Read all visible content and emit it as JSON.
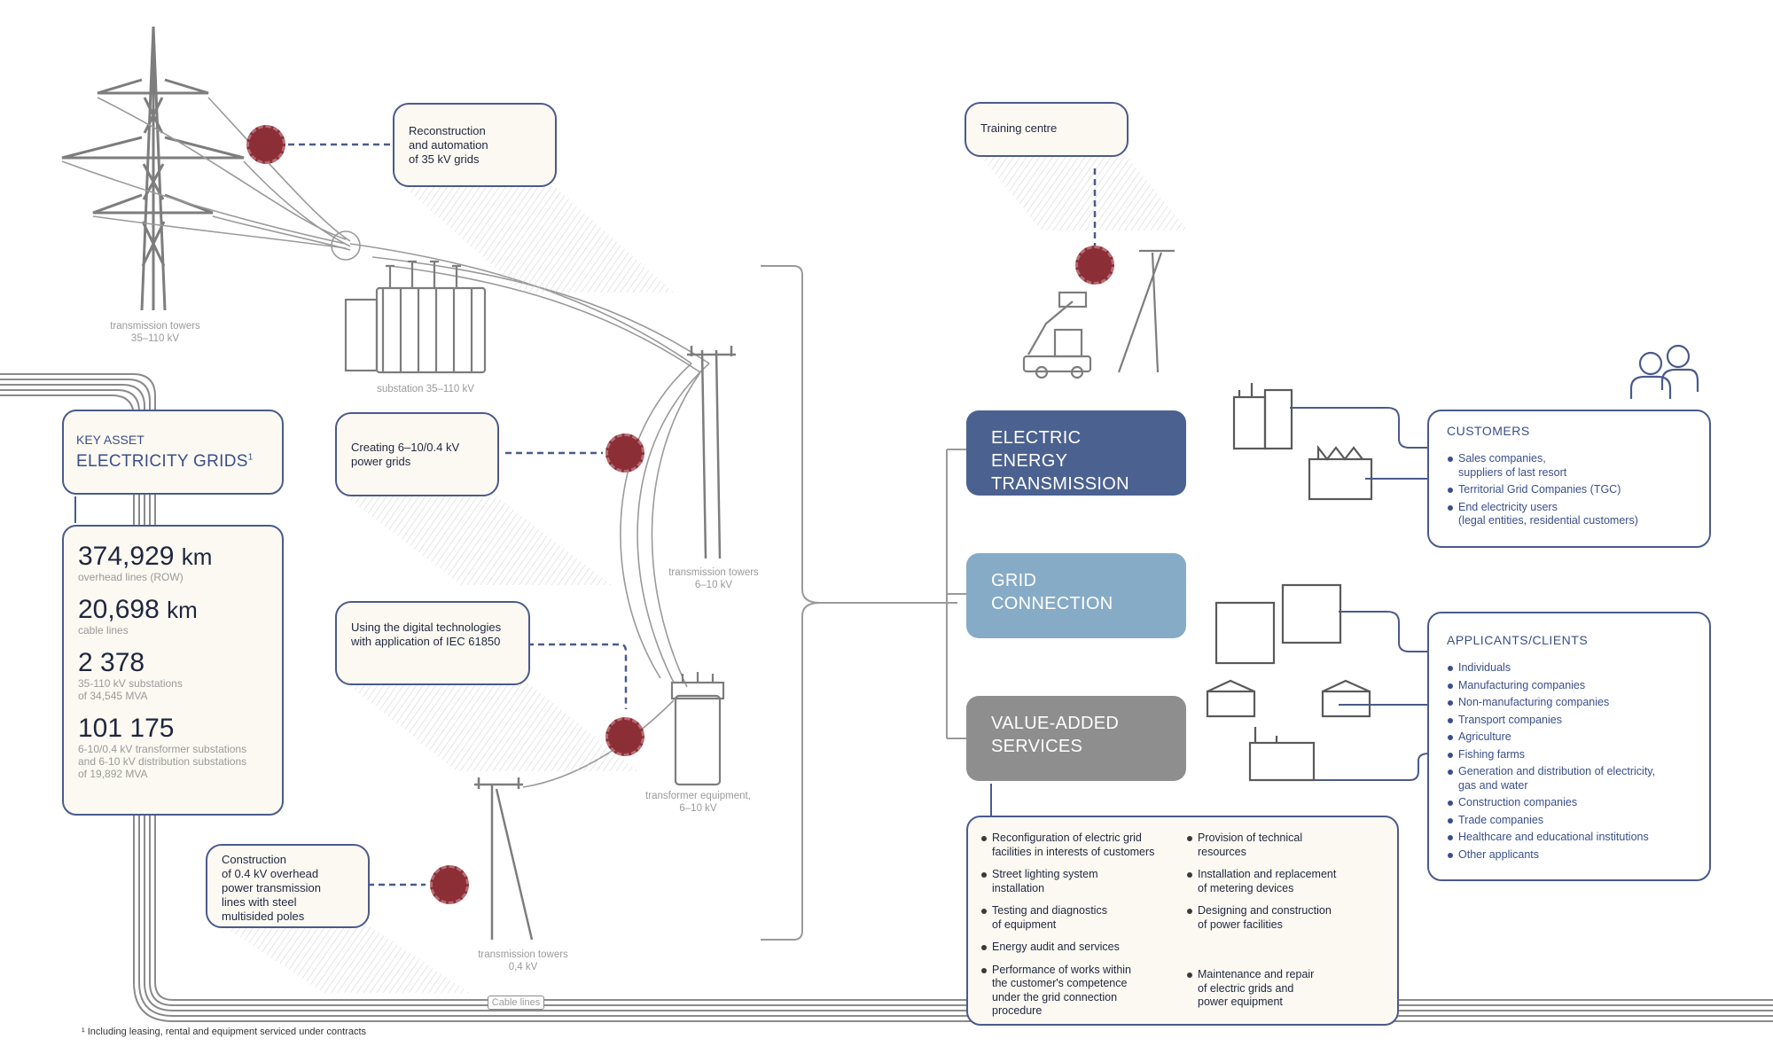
{
  "callouts": {
    "reconstruction": [
      "Reconstruction",
      "and automation",
      "of 35 kV grids"
    ],
    "creating": [
      "Creating 6–10/0.4 kV",
      "power grids"
    ],
    "digital": [
      "Using the digital technologies",
      "with application of IEC 61850"
    ],
    "construction": [
      "Construction",
      "of 0.4 kV overhead",
      "power transmission",
      "lines with steel",
      "multisided poles"
    ],
    "training": [
      "Training centre"
    ]
  },
  "labels": {
    "towers_35": [
      "transmission towers",
      "35–110 kV"
    ],
    "substation": "substation 35–110 kV",
    "towers_6": [
      "transmission towers",
      "6–10 kV"
    ],
    "transformer": [
      "transformer equipment,",
      "6–10 kV"
    ],
    "towers_04": [
      "transmission towers",
      "0,4 kV"
    ],
    "cable_lines": "Cable lines"
  },
  "key_asset": {
    "heading": "KEY ASSET",
    "title": "ELECTRICITY GRIDS",
    "footnote_mark": "1"
  },
  "stats": [
    {
      "value": "374,929",
      "unit": "km",
      "desc": [
        "overhead lines (ROW)"
      ]
    },
    {
      "value": "20,698",
      "unit": "km",
      "desc": [
        "cable lines"
      ]
    },
    {
      "value": "2 378",
      "unit": "",
      "desc": [
        "35-110 kV substations",
        "of 34,545 MVA"
      ]
    },
    {
      "value": "101 175",
      "unit": "",
      "desc": [
        "6-10/0.4 kV transformer substations",
        "and 6-10 kV distribution substations",
        "of 19,892 MVA"
      ]
    }
  ],
  "services": {
    "transmission": [
      "ELECTRIC ENERGY",
      "TRANSMISSION"
    ],
    "grid": [
      "GRID",
      "CONNECTION"
    ],
    "vas": [
      "VALUE-ADDED",
      "SERVICES"
    ]
  },
  "customers": {
    "title": "CUSTOMERS",
    "items": [
      [
        "Sales companies,",
        "suppliers of last resort"
      ],
      [
        "Territorial Grid Companies (TGC)"
      ],
      [
        "End electricity users",
        "(legal entities, residential customers)"
      ]
    ]
  },
  "applicants": {
    "title": "APPLICANTS/CLIENTS",
    "items": [
      [
        "Individuals"
      ],
      [
        "Manufacturing companies"
      ],
      [
        "Non-manufacturing companies"
      ],
      [
        "Transport companies"
      ],
      [
        "Agriculture"
      ],
      [
        "Fishing farms"
      ],
      [
        "Generation and distribution of electricity,",
        "gas and water"
      ],
      [
        "Construction companies"
      ],
      [
        "Trade companies"
      ],
      [
        "Healthcare and educational institutions"
      ],
      [
        "Other applicants"
      ]
    ]
  },
  "vas_list": {
    "left": [
      [
        "Reconfiguration of electric grid",
        "facilities in interests of customers"
      ],
      [
        "Street lighting system",
        "installation"
      ],
      [
        "Testing and diagnostics",
        "of equipment"
      ],
      [
        "Energy audit and services"
      ],
      [
        "Performance of works within",
        "the customer's competence",
        "under the grid connection",
        "procedure"
      ]
    ],
    "right": [
      [
        "Provision of technical",
        "resources"
      ],
      [
        "Installation and replacement",
        "of metering devices"
      ],
      [
        "Designing and construction",
        "of power facilities"
      ],
      [
        "Maintenance and repair",
        "of electric grids  and",
        "power equipment"
      ]
    ]
  },
  "footnote": "¹ Including leasing, rental and equipment serviced under contracts",
  "colors": {
    "navy": "#4a5a8c",
    "transmission": "#4b6190",
    "grid": "#86abc6",
    "vas": "#8e8e8e",
    "badge": "#8b2e36",
    "cream": "#fbf9f1"
  }
}
